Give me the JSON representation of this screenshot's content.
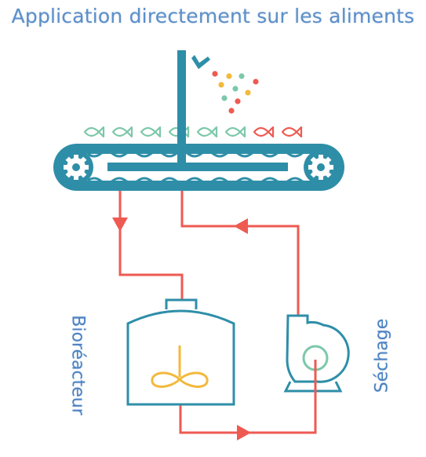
{
  "title": "Application directement sur les aliments",
  "labels": {
    "bioreactor": "Bioréacteur",
    "drying": "Séchage"
  },
  "colors": {
    "teal": "#2e8ea8",
    "red_line": "#ee5a52",
    "fish_green": "#7cc8aa",
    "fish_red": "#ee5a52",
    "title_blue": "#5b8fc9",
    "agitator_yellow": "#f2b93b"
  },
  "icons": [
    "conveyor-belt-icon",
    "gear-icon",
    "fish-icon",
    "spray-dots-icon",
    "bioreactor-tank-icon",
    "agitator-icon",
    "pump-icon",
    "arrow-icon"
  ]
}
